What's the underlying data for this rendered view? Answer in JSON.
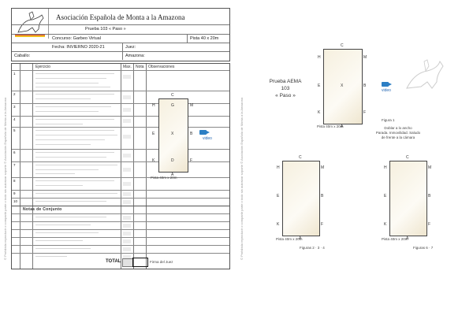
{
  "header": {
    "title": "Asociación Española de Monta a la Amazona",
    "prueba": "Prueba 103 « Paso »",
    "concurso_label": "Concurso: Garbeo Virtual",
    "pista": "Pista 40 x 20m",
    "fecha_label": "Fecha: INVIERNO 2020-21",
    "juez_label": "Juez:",
    "caballo_label": "Caballo:",
    "amazona_label": "Amazona:"
  },
  "table": {
    "col_ejercicio": "Ejercicio",
    "col_max": "Max.",
    "col_nota": "Nota",
    "col_obs": "Observaciones",
    "exercise_numbers": [
      "1",
      "2",
      "3",
      "4",
      "5",
      "6",
      "7",
      "8",
      "9",
      "10"
    ],
    "notas_title": "Notas de Conjunto",
    "total_label": "TOTAL",
    "firma_label": "Firma del Juez"
  },
  "small_arena": {
    "letters": {
      "top": "C",
      "bottom": "A",
      "h": "H",
      "g": "G",
      "m": "M",
      "e": "E",
      "x": "X",
      "b": "B",
      "k": "K",
      "d": "D",
      "f": "F"
    },
    "size_caption": "Pista 40m x 20m",
    "video_label": "video"
  },
  "right": {
    "prueba_title": "Prueba AEMA",
    "prueba_num": "103",
    "prueba_name": "« Paso »",
    "video_label": "video",
    "fig1_caption": "Figura 1",
    "fig1_note": "Doblar a lo ancho\nParada. Inmovilidad. Saludo\nde frente a la cámara",
    "fig234_caption": "Figuras 2 · 3 · 4",
    "fig67_caption": "Figuras 6 · 7",
    "pista_caption": "Pista 40m x 20m",
    "letters": {
      "c": "C",
      "a": "A",
      "h": "H",
      "m": "M",
      "e": "E",
      "b": "B",
      "k": "K",
      "f": "F",
      "x": "X"
    }
  },
  "side_text": "© Prohibida reproducir o compartir parte o todo sin autorizar soporte © Asociación Española de Monta a la Amazona"
}
